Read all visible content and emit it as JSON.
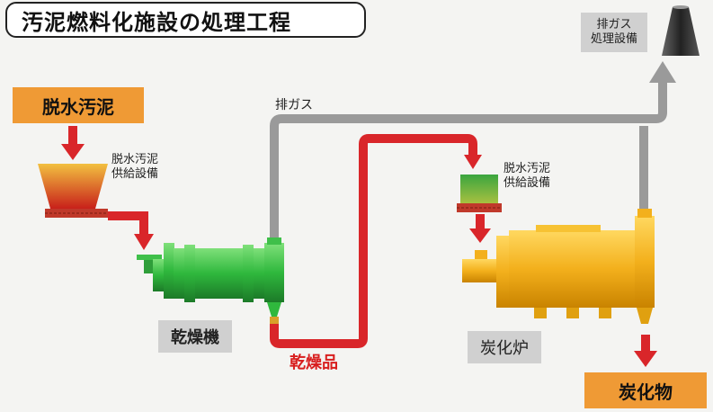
{
  "title": "汚泥燃料化施設の処理工程",
  "input_label": "脱水汚泥",
  "feeder1_label": [
    "脱水汚泥",
    "供給設備"
  ],
  "feeder2_label": [
    "脱水汚泥",
    "供給設備"
  ],
  "exhaust_route_label": "排ガス",
  "exhaust_treatment_label": [
    "排ガス",
    "処理設備"
  ],
  "dryer_label": "乾燥機",
  "dried_product_label": "乾燥品",
  "carbonizer_label": "炭化炉",
  "output_label": "炭化物",
  "colors": {
    "red_flow": "#d9262a",
    "gray_flow": "#9a9a9a",
    "dryer_green": "#3fbf4a",
    "furnace_orange": "#f3b01c",
    "tag_orange": "#ef9a35"
  }
}
